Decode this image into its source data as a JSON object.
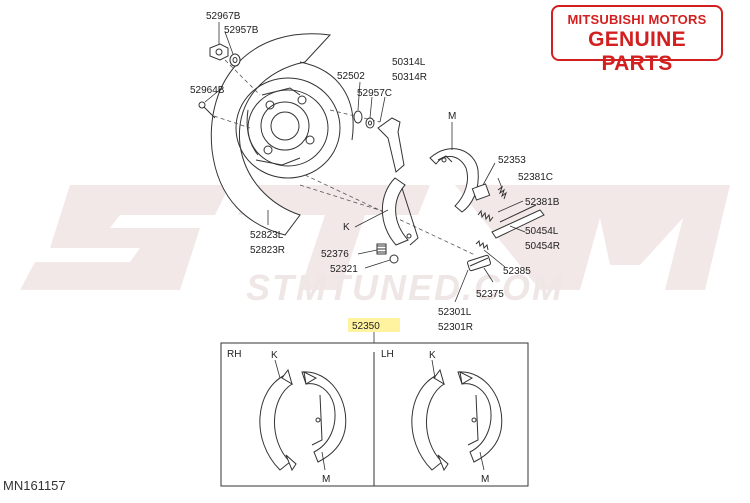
{
  "badge": {
    "line1": "MITSUBISHI MOTORS",
    "line2": "GENUINE PARTS"
  },
  "watermark": "STMTUNED.COM",
  "diagram_id": "MN161157",
  "labels": {
    "p52967B": "52967B",
    "p52957B": "52957B",
    "p52964B": "52964B",
    "p52502": "52502",
    "p50314L": "50314L",
    "p50314R": "50314R",
    "p52957C": "52957C",
    "pM_top": "M",
    "p52353": "52353",
    "p52381C": "52381C",
    "p52381B": "52381B",
    "pK_top": "K",
    "p50454L": "50454L",
    "p50454R": "50454R",
    "p52823L": "52823L",
    "p52823R": "52823R",
    "p52376": "52376",
    "p52321": "52321",
    "p52385": "52385",
    "p52375": "52375",
    "p52301L": "52301L",
    "p52301R": "52301R",
    "p52350": "52350",
    "pRH": "RH",
    "pLH": "LH",
    "pK_rh": "K",
    "pM_rh": "M",
    "pK_lh": "K",
    "pM_lh": "M"
  },
  "colors": {
    "badge": "#d21f1f",
    "highlight": "#fff3a0",
    "watermark": "#ecdfdf",
    "line": "#333333"
  }
}
